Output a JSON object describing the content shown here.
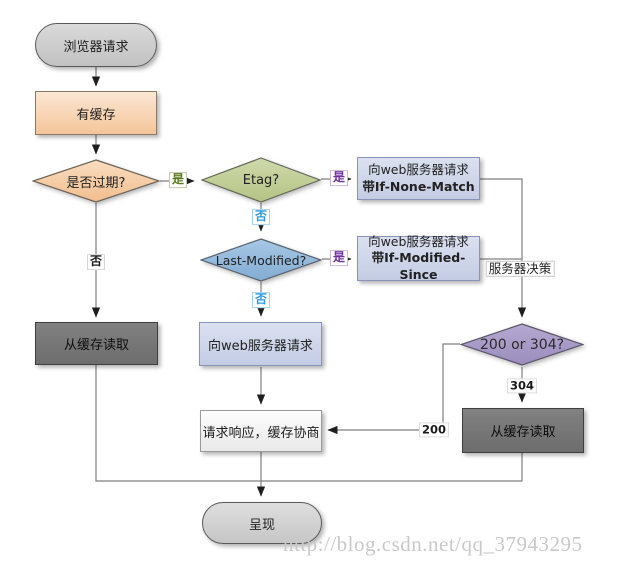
{
  "diagram": {
    "title": "browser-cache-flowchart",
    "watermark": "http://blog.csdn.net/qq_37943295",
    "nodes": {
      "start": {
        "label": "浏览器请求",
        "type": "terminator"
      },
      "has_cache": {
        "label": "有缓存",
        "type": "process"
      },
      "expired": {
        "label": "是否过期?",
        "type": "decision"
      },
      "etag": {
        "label": "Etag?",
        "type": "decision"
      },
      "last_modified": {
        "label": "Last-Modified?",
        "type": "decision"
      },
      "request_if_none_match": {
        "line1": "向web服务器请求",
        "line2": "带If-None-Match",
        "type": "process"
      },
      "request_if_modified_since": {
        "line1": "向web服务器请求",
        "line2": "带If-Modified-Since",
        "type": "process"
      },
      "status": {
        "label": "200 or 304?",
        "type": "decision"
      },
      "read_cache_left": {
        "label": "从缓存读取",
        "type": "process"
      },
      "request_server": {
        "label": "向web服务器请求",
        "type": "process"
      },
      "read_cache_right": {
        "label": "从缓存读取",
        "type": "process"
      },
      "response": {
        "label": "请求响应，缓存协商",
        "type": "process"
      },
      "end": {
        "label": "呈现",
        "type": "terminator"
      }
    },
    "edge_labels": {
      "expired_yes": "是",
      "expired_no": "否",
      "etag_yes": "是",
      "etag_no": "否",
      "lastmod_yes": "是",
      "lastmod_no": "否",
      "server_decision": "服务器决策",
      "status_304": "304",
      "status_200": "200"
    },
    "colors": {
      "peach": "#f4c59a",
      "green_diamond": "#bcc98e",
      "blue_diamond": "#8fb6da",
      "purple_diamond": "#a295c4",
      "lavender_box": "#ccd4e8",
      "dark_box": "#757575",
      "gray_terminator": "#cccccc",
      "edge_line": "#808080",
      "label_yes_green": "#5a7a1e",
      "label_yes_purple": "#7030a0",
      "label_no_blue": "#2e9ae0"
    }
  }
}
